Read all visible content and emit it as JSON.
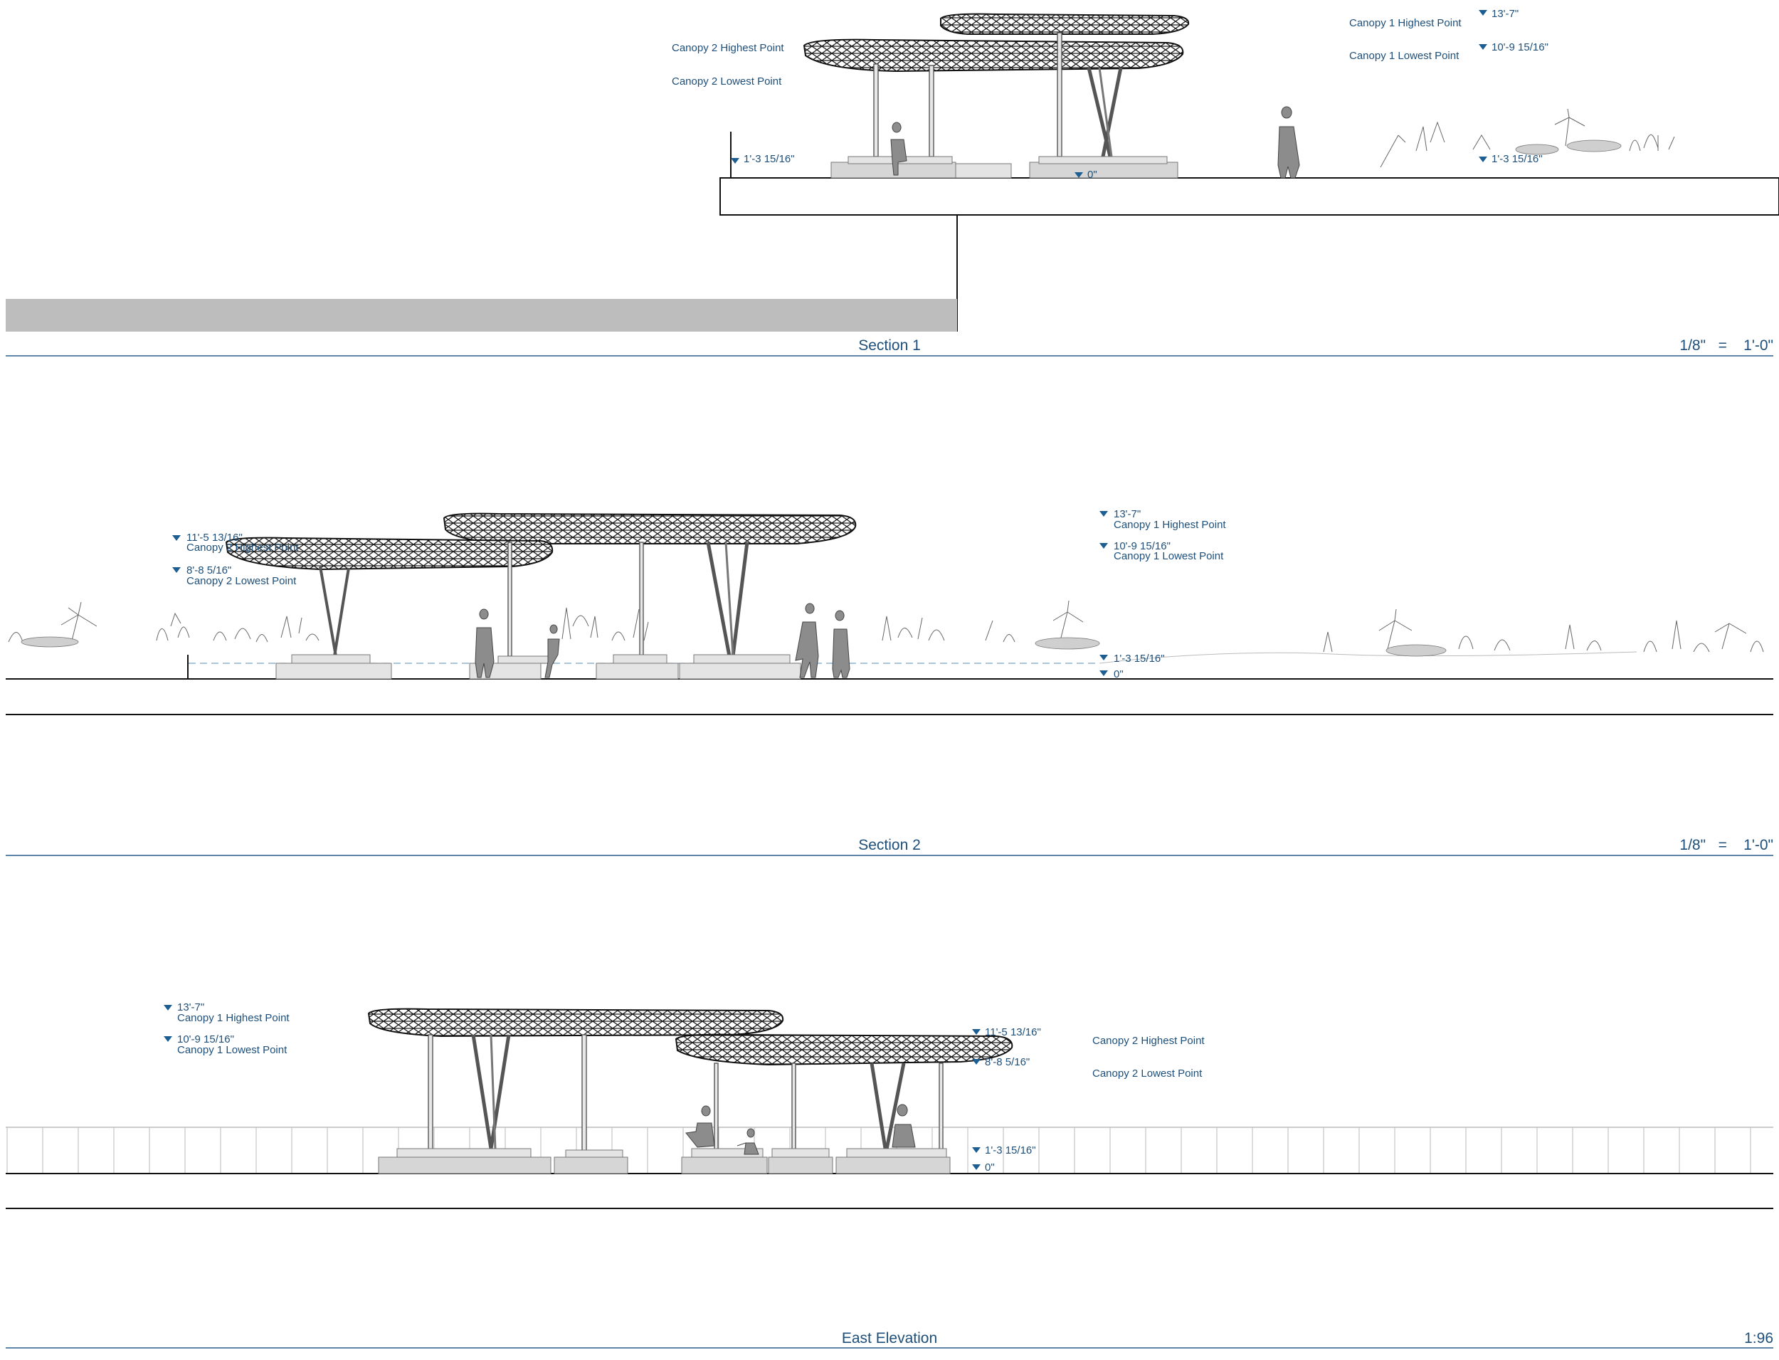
{
  "sections": [
    {
      "title": "Section 1",
      "scale": "1/8\"   =    1'-0\"",
      "levels": [
        {
          "value": "13'-7\"",
          "name": "Canopy 1 Highest Point"
        },
        {
          "value": "10'-9 15/16\"",
          "name": "Canopy 1 Lowest Point"
        },
        {
          "value": "1'-3 15/16\"",
          "name": ""
        },
        {
          "value": "1'-3 15/16\"",
          "name": ""
        },
        {
          "value": "0\"",
          "name": ""
        }
      ],
      "labels": {
        "canopy2_high": "Canopy 2 Highest Point",
        "canopy2_low": "Canopy 2 Lowest Point"
      }
    },
    {
      "title": "Section 2",
      "scale": "1/8\"   =    1'-0\"",
      "levels": [
        {
          "value": "11'-5 13/16\"",
          "name": "Canopy 2 Highest Point"
        },
        {
          "value": "8'-8 5/16\"",
          "name": "Canopy 2 Lowest Point"
        },
        {
          "value": "13'-7\"",
          "name": "Canopy 1 Highest Point"
        },
        {
          "value": "10'-9 15/16\"",
          "name": "Canopy 1 Lowest Point"
        },
        {
          "value": "1'-3 15/16\"",
          "name": ""
        },
        {
          "value": "0\"",
          "name": ""
        }
      ]
    },
    {
      "title": "East Elevation",
      "scale": "1:96",
      "levels": [
        {
          "value": "13'-7\"",
          "name": "Canopy 1 Highest Point"
        },
        {
          "value": "10'-9 15/16\"",
          "name": "Canopy 1 Lowest Point"
        },
        {
          "value": "11'-5 13/16\"",
          "name": ""
        },
        {
          "value": "8'-8 5/16\"",
          "name": ""
        },
        {
          "value": "1'-3 15/16\"",
          "name": ""
        },
        {
          "value": "0\"",
          "name": ""
        }
      ],
      "labels": {
        "canopy2_high": "Canopy 2 Highest Point",
        "canopy2_low": "Canopy 2 Lowest Point"
      }
    }
  ],
  "colors": {
    "annotation": "#1d4f7a",
    "title_rule": "#2a5d8c",
    "slab_fill": "#bdbdbd"
  }
}
